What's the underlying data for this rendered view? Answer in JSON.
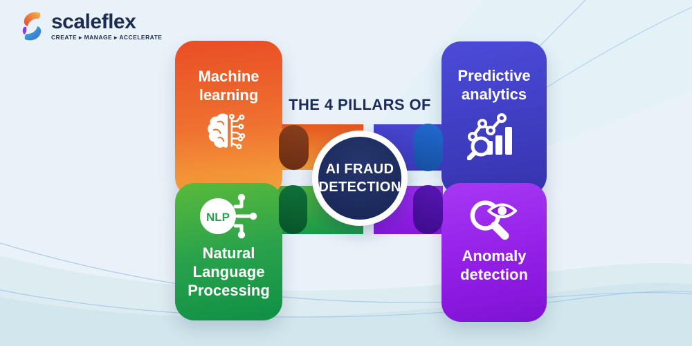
{
  "brand": {
    "name": "scaleflex",
    "tagline": "CREATE ▸ MANAGE ▸ ACCELERATE"
  },
  "diagram": {
    "title": "THE 4 PILLARS OF",
    "center": {
      "line1": "AI FRAUD",
      "line2": "DETECTION",
      "circle_color": "#1C2C5E"
    },
    "pillars": [
      {
        "id": "machine-learning",
        "label": "Machine learning",
        "icon": "brain-circuit-icon",
        "position": "top-left",
        "gradient_top": "#E94E25",
        "gradient_bottom": "#F6A93C",
        "connector_cap_color": "#7A3517"
      },
      {
        "id": "predictive-analytics",
        "label": "Predictive analytics",
        "icon": "chart-magnifier-icon",
        "position": "top-right",
        "gradient_top": "#4B4AD6",
        "gradient_bottom": "#3937B2",
        "connector_cap_color": "#1C63C6"
      },
      {
        "id": "natural-language-processing",
        "label": "Natural Language Processing",
        "icon": "nlp-circuit-icon",
        "icon_text": "NLP",
        "position": "bottom-left",
        "gradient_top": "#5ABA3B",
        "gradient_bottom": "#0F9046",
        "connector_cap_color": "#0B6434"
      },
      {
        "id": "anomaly-detection",
        "label": "Anomaly detection",
        "icon": "eye-magnifier-icon",
        "position": "bottom-right",
        "gradient_top": "#A638F4",
        "gradient_bottom": "#7E12D4",
        "connector_cap_color": "#4D10A6"
      }
    ]
  },
  "colors": {
    "background": "#EAF2F9",
    "wave_band": "#D2E7ED",
    "title_text": "#1C2B5A",
    "card_text": "#FFFFFF"
  }
}
